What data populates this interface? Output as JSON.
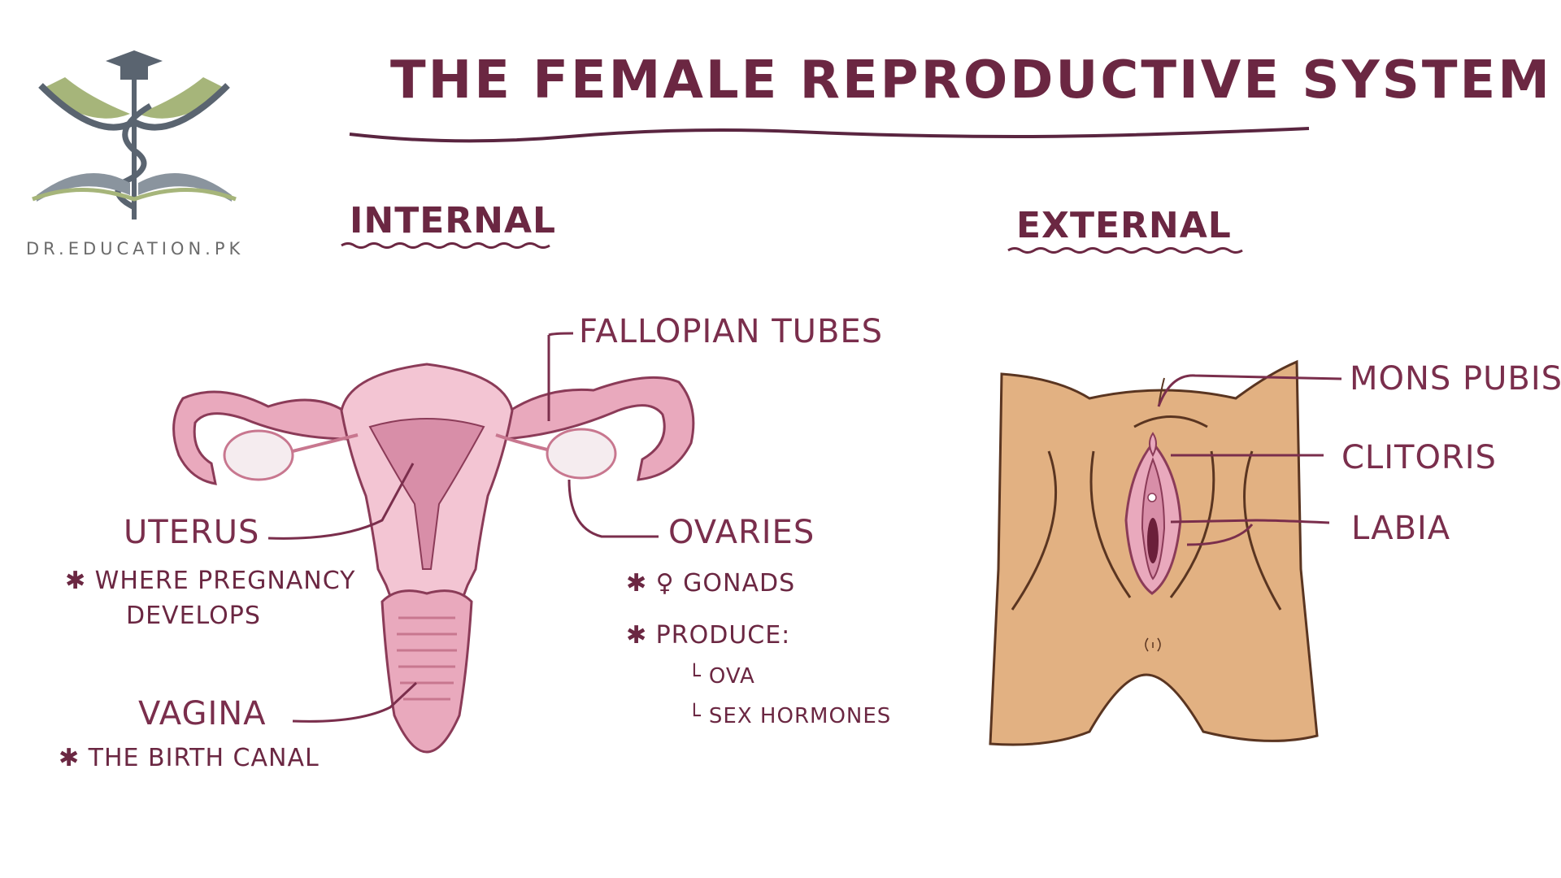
{
  "logo": {
    "text": "DR.EDUCATION.PK"
  },
  "title": "The Female Reproductive System",
  "sections": {
    "internal": "Internal",
    "external": "External"
  },
  "internal_labels": {
    "fallopian_tubes": "Fallopian Tubes",
    "uterus": "Uterus",
    "uterus_note_1": "✱ Where Pregnancy",
    "uterus_note_2": "Develops",
    "vagina": "Vagina",
    "vagina_note": "✱ the Birth Canal",
    "ovaries": "Ovaries",
    "ovaries_note_1": "✱ ♀ Gonads",
    "ovaries_note_2": "✱ Produce:",
    "ovaries_note_3": "└ ova",
    "ovaries_note_4": "└ Sex Hormones"
  },
  "external_labels": {
    "mons_pubis": "Mons Pubis",
    "clitoris": "Clitoris",
    "labia": "Labia"
  },
  "colors": {
    "text": "#7a2e4c",
    "tissue": "#e9a9bd",
    "tissue_dark": "#c8778f",
    "outline": "#8b3b58",
    "skin": "#e2b182",
    "skin_outline": "#5a3521"
  }
}
